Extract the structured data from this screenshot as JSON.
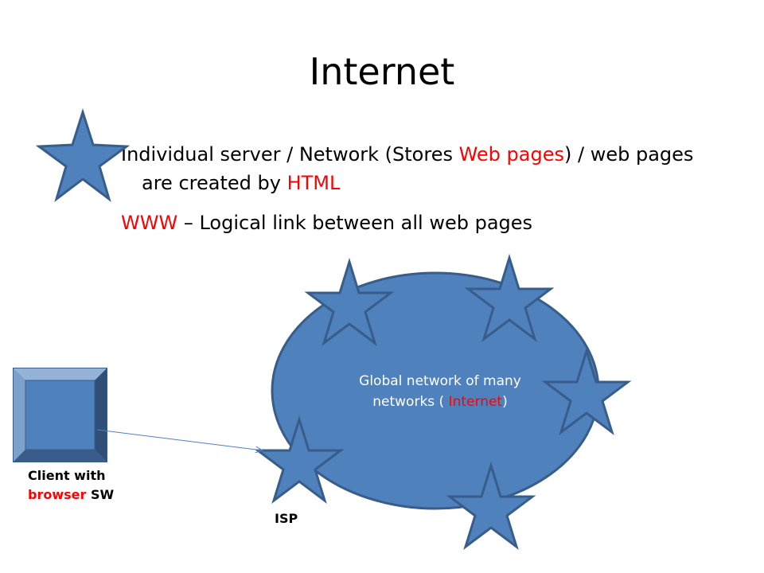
{
  "slide": {
    "title": "Internet",
    "bullet1": {
      "part1": "Individual server / Network (Stores ",
      "highlight1": "Web pages",
      "part2": ") / web pages are created by ",
      "highlight2": "HTML"
    },
    "bullet2": {
      "highlight": "WWW",
      "rest": " – Logical link between all web pages"
    }
  },
  "diagram": {
    "globe_label_line1": "Global network of many",
    "globe_label_line2_prefix": "networks ( ",
    "globe_label_highlight": "Internet",
    "globe_label_suffix": ")",
    "client_label_line1": "Client with",
    "client_label_highlight": "browser",
    "client_label_suffix": " SW",
    "isp_label": "ISP"
  },
  "colors": {
    "shape_fill": "#4f81bd",
    "shape_stroke": "#385d8a",
    "highlight": "#ff0000"
  },
  "icons": [
    "star-icon",
    "bevel-square-icon",
    "ellipse-network"
  ]
}
